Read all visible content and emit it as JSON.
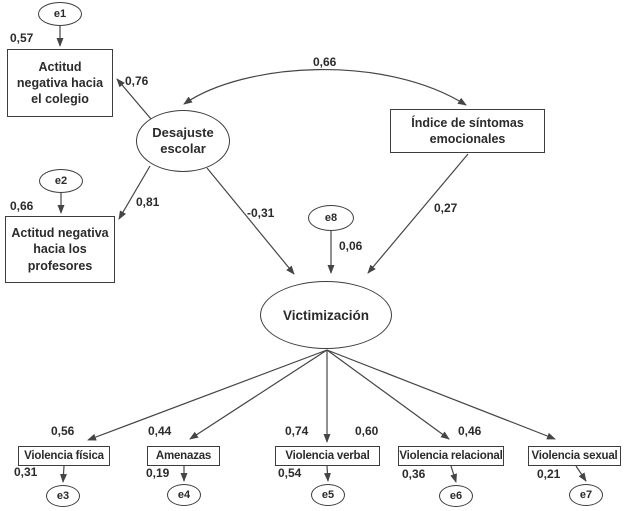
{
  "nodes": {
    "e1": "e1",
    "e2": "e2",
    "e3": "e3",
    "e4": "e4",
    "e5": "e5",
    "e6": "e6",
    "e7": "e7",
    "e8": "e8",
    "colegio": "Actitud negativa hacia el colegio",
    "profesores": "Actitud negativa hacia los profesores",
    "desajuste": "Desajuste escolar",
    "indice": "Índice de síntomas emocionales",
    "victimizacion": "Victimización",
    "fisica": "Violencia física",
    "amenazas": "Amenazas",
    "verbal": "Violencia verbal",
    "relacional": "Violencia relacional",
    "sexual": "Violencia sexual"
  },
  "coefficients": {
    "e1_colegio": "0,57",
    "desajuste_colegio": "0,76",
    "desajuste_indice_covariance": "0,66",
    "e2_profesores": "0,66",
    "desajuste_profesores": "0,81",
    "desajuste_victimizacion": "-0,31",
    "e8_victimizacion": "0,06",
    "indice_victimizacion": "0,27",
    "victimizacion_fisica": "0,56",
    "victimizacion_amenazas": "0,44",
    "victimizacion_verbal": "0,74",
    "victimizacion_relacional": "0,60",
    "victimizacion_sexual": "0,46",
    "fisica_e3": "0,31",
    "amenazas_e4": "0,19",
    "verbal_e5": "0,54",
    "relacional_e6": "0,36",
    "sexual_e7": "0,21"
  },
  "colors": {
    "line": "#454545",
    "text": "#2b2b2b",
    "node_border": "#3d3d3d",
    "background": "#ffffff"
  }
}
